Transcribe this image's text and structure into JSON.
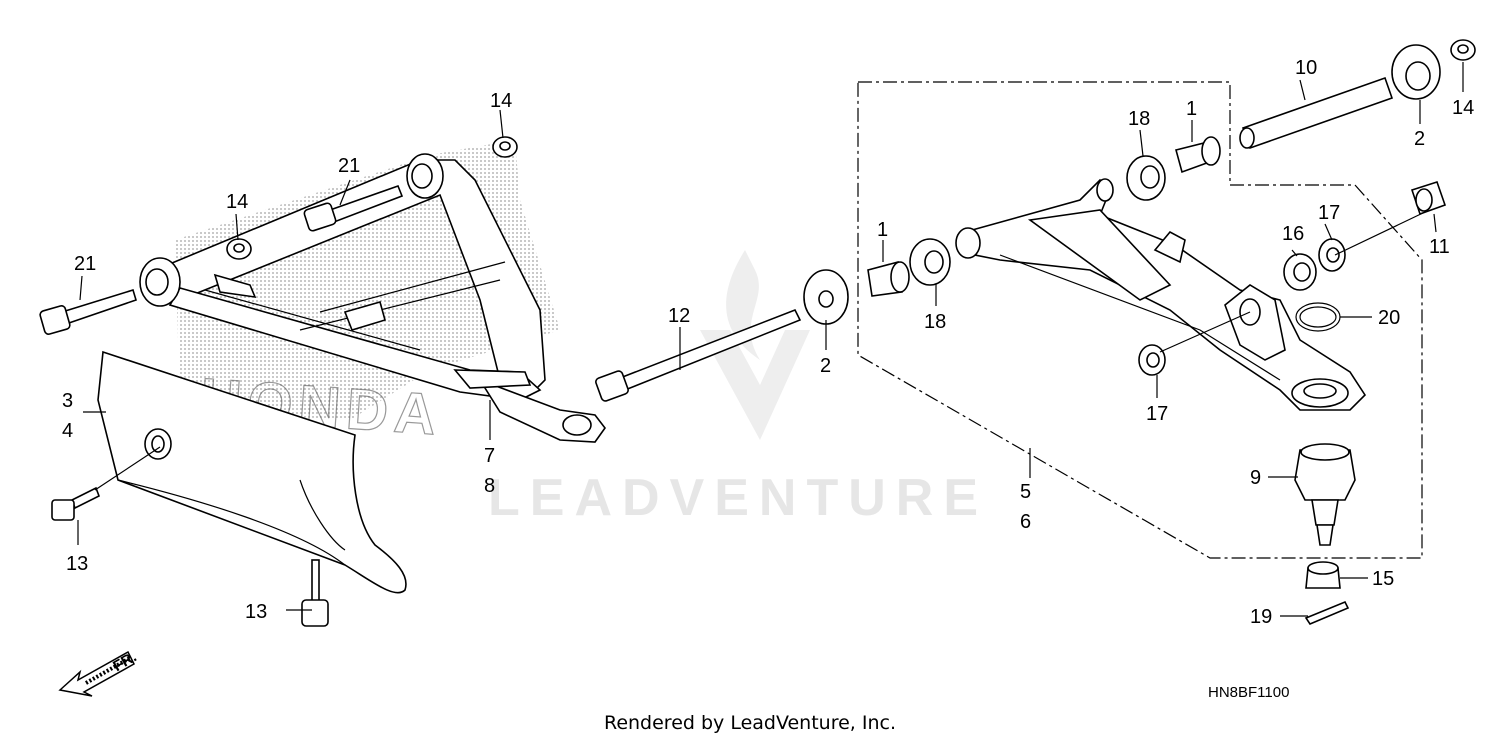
{
  "diagram_code": "HN8BF1100",
  "footer_text": "Rendered by LeadVenture, Inc.",
  "watermark_text": "LEADVENTURE",
  "brand_mark_text": "HONDA",
  "front_arrow_label": "FR.",
  "callouts": {
    "c1a": "1",
    "c1b": "1",
    "c2a": "2",
    "c2b": "2",
    "c3": "3",
    "c4": "4",
    "c5": "5",
    "c6": "6",
    "c7": "7",
    "c8": "8",
    "c9": "9",
    "c10": "10",
    "c11": "11",
    "c12": "12",
    "c13a": "13",
    "c13b": "13",
    "c14a": "14",
    "c14b": "14",
    "c14c": "14",
    "c15": "15",
    "c16": "16",
    "c17a": "17",
    "c17b": "17",
    "c18a": "18",
    "c18b": "18",
    "c19": "19",
    "c20": "20",
    "c21a": "21",
    "c21b": "21"
  }
}
